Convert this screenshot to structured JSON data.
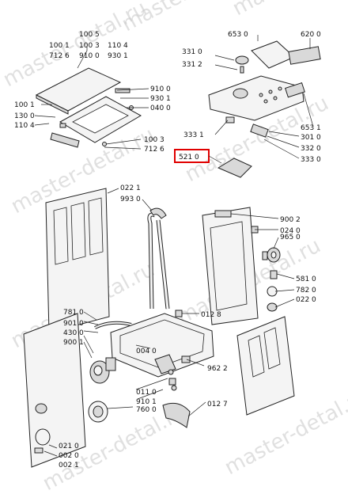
{
  "watermark": "master-detal.ru",
  "highlight_color": "#e00000",
  "labels": {
    "l_100_5": "100 5",
    "l_100_1": "100 1",
    "l_100_3": "100 3",
    "l_110_4": "110 4",
    "l_712_6": "712 6",
    "l_910_0": "910 0",
    "l_930_1": "930 1",
    "l_910_0b": "910 0",
    "l_930_1b": "930 1",
    "l_040_0": "040 0",
    "l_100_1b": "100 1",
    "l_130_0": "130 0",
    "l_110_4b": "110 4",
    "l_100_3b": "100 3",
    "l_712_6b": "712 6",
    "l_653_0": "653 0",
    "l_620_0": "620 0",
    "l_331_0": "331 0",
    "l_331_2": "331 2",
    "l_333_1": "333 1",
    "l_653_1": "653 1",
    "l_301_0": "301 0",
    "l_332_0": "332 0",
    "l_333_0": "333 0",
    "l_521_0": "521 0",
    "l_022_1": "022 1",
    "l_993_0": "993 0",
    "l_900_2": "900 2",
    "l_024_0": "024 0",
    "l_965_0": "965 0",
    "l_581_0": "581 0",
    "l_782_0": "782 0",
    "l_022_0": "022 0",
    "l_781_0": "781 0",
    "l_901_0": "901 0",
    "l_430_0": "430 0",
    "l_900_1": "900 1",
    "l_012_8": "012 8",
    "l_004_0": "004 0",
    "l_962_2": "962 2",
    "l_011_0": "011 0",
    "l_910_1": "910 1",
    "l_760_0": "760 0",
    "l_012_7": "012 7",
    "l_021_0": "021 0",
    "l_002_0": "002 0",
    "l_002_1": "002 1"
  }
}
